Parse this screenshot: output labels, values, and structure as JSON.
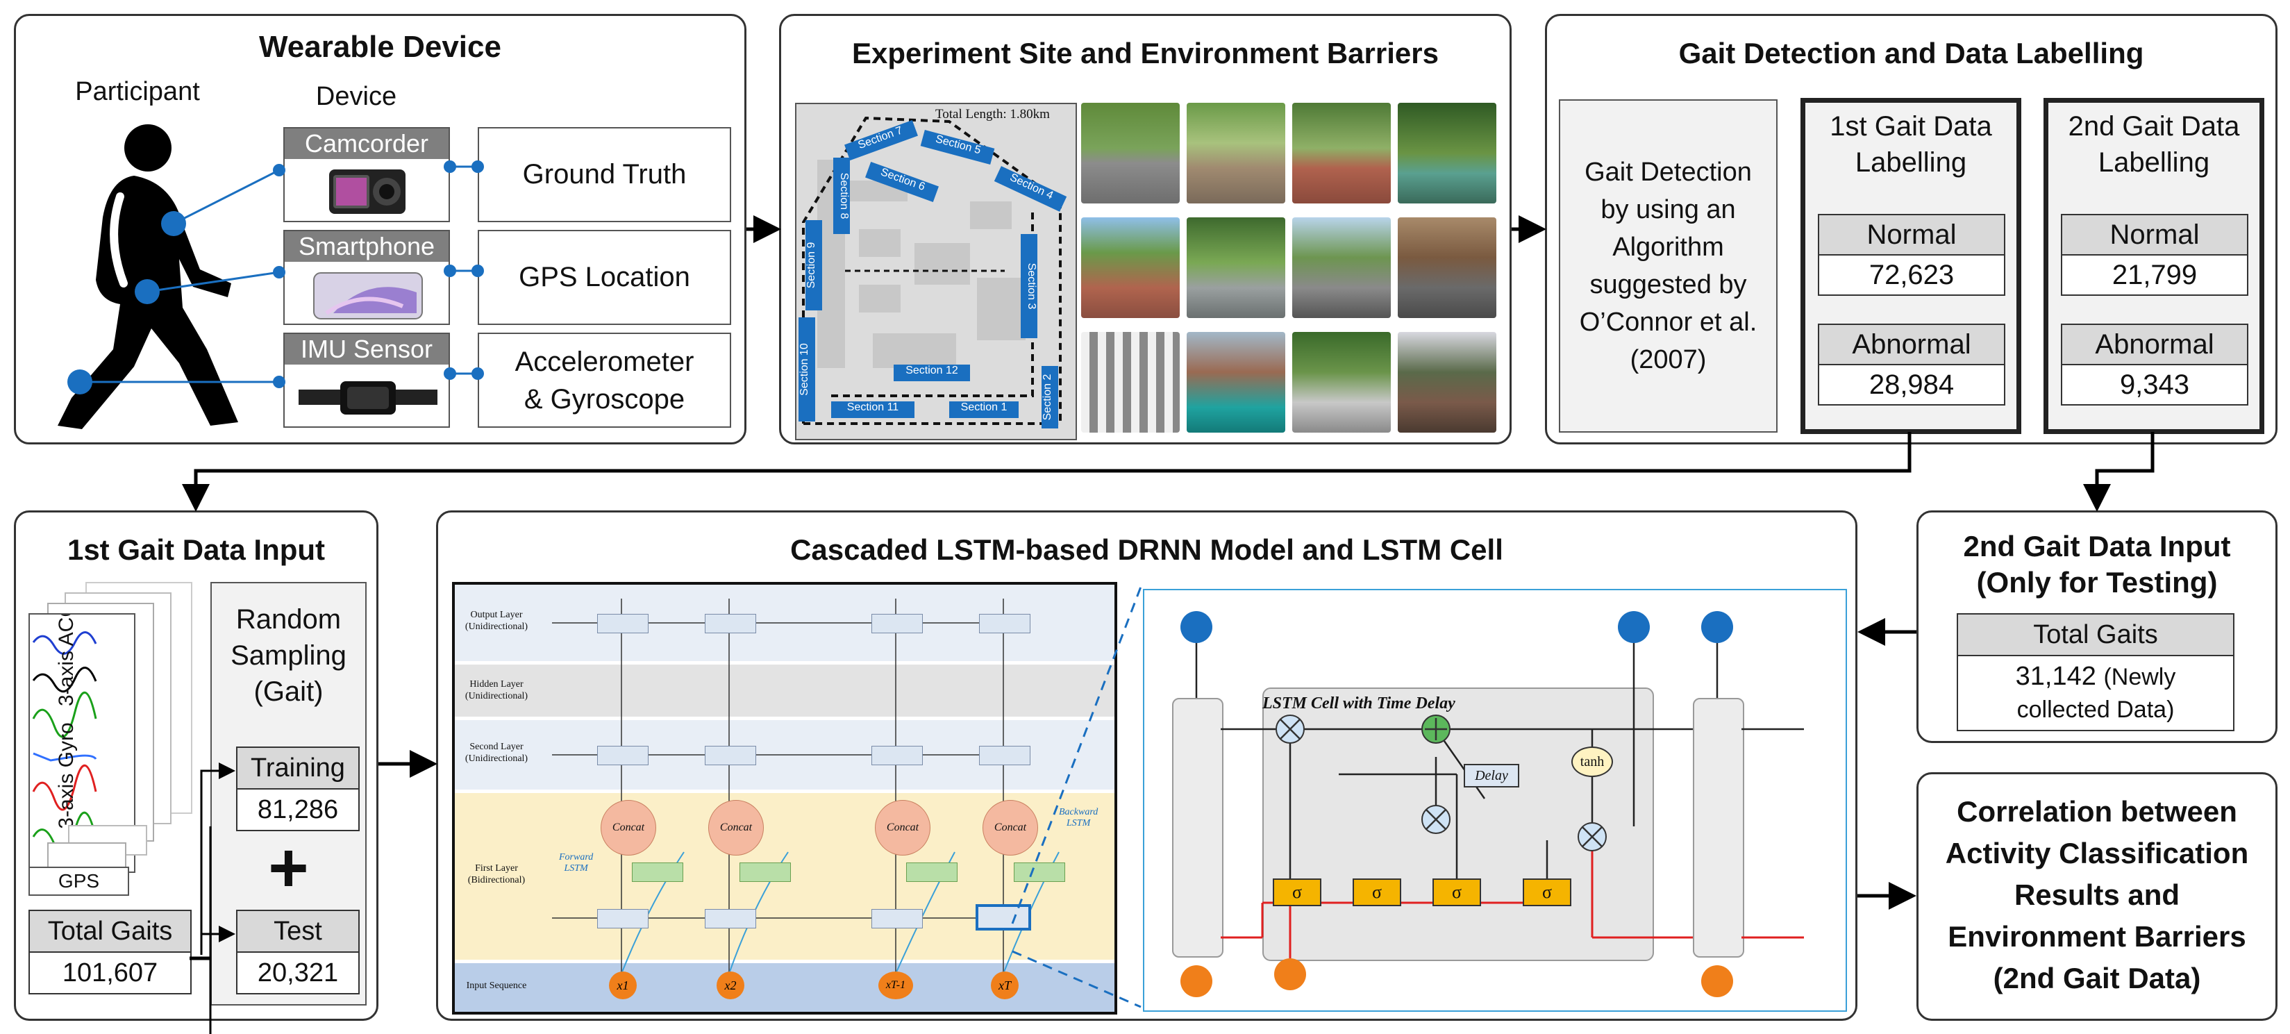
{
  "wearable": {
    "title": "Wearable Device",
    "participant_label": "Participant",
    "device_label": "Device",
    "devices": [
      {
        "name": "Camcorder",
        "output": "Ground Truth"
      },
      {
        "name": "Smartphone",
        "output": "GPS Location"
      },
      {
        "name": "IMU Sensor",
        "output_line1": "Accelerometer",
        "output_line2": "& Gyroscope"
      }
    ]
  },
  "site": {
    "title": "Experiment Site and Environment Barriers",
    "total_length": "Total Length: 1.80km",
    "sections": [
      "Section 7",
      "Section 5",
      "Section 8",
      "Section 6",
      "Section 4",
      "Section 9",
      "Section 3",
      "Section 10",
      "Section 12",
      "Section 11",
      "Section 1",
      "Section 2"
    ]
  },
  "gait_detection": {
    "title": "Gait Detection and Data Labelling",
    "method_lines": [
      "Gait Detection",
      "by using an",
      "Algorithm",
      "suggested by",
      "O’Connor et al.",
      "(2007)"
    ],
    "first": {
      "title_line1": "1st Gait Data",
      "title_line2": "Labelling",
      "normal_label": "Normal",
      "normal_value": "72,623",
      "abnormal_label": "Abnormal",
      "abnormal_value": "28,984"
    },
    "second": {
      "title_line1": "2nd Gait Data",
      "title_line2": "Labelling",
      "normal_label": "Normal",
      "normal_value": "21,799",
      "abnormal_label": "Abnormal",
      "abnormal_value": "9,343"
    }
  },
  "first_input": {
    "title": "1st Gait Data Input",
    "signal_labels": [
      "3-axis Gyro",
      "3-axis ACC"
    ],
    "gps_label": "GPS",
    "total_label": "Total Gaits",
    "total_value": "101,607",
    "sampling_lines": [
      "Random",
      "Sampling",
      "(Gait)"
    ],
    "training_label": "Training",
    "training_value": "81,286",
    "plus": "+",
    "test_label": "Test",
    "test_value": "20,321"
  },
  "model": {
    "title": "Cascaded LSTM-based DRNN Model and LSTM Cell",
    "layers": [
      "Output Layer",
      "(Unidirectional)",
      "Hidden Layer",
      "(Unidirectional)",
      "Second Layer",
      "(Unidirectional)",
      "First Layer",
      "(Bidirectional)",
      "Input Sequence"
    ],
    "concat": "Concat",
    "forward_lstm": [
      "Forward",
      "LSTM"
    ],
    "backward_lstm": [
      "Backward",
      "LSTM"
    ],
    "inputs": [
      "x1",
      "x2",
      "xT-1",
      "xT"
    ],
    "cell_title": "LSTM Cell with Time Delay",
    "delay": "Delay",
    "tanh": "tanh",
    "sigma": "σ"
  },
  "second_input": {
    "title_line1": "2nd Gait Data Input",
    "title_line2": "(Only for Testing)",
    "total_label": "Total Gaits",
    "total_value": "31,142",
    "note_line1": "(Newly",
    "note_line2": "collected Data)"
  },
  "correlation": {
    "lines": [
      "Correlation between",
      "Activity Classification",
      "Results and",
      "Environment Barriers",
      "(2nd Gait Data)"
    ]
  },
  "colors": {
    "lstm_blue": "#1f77d1",
    "orange": "#f07f1a",
    "gate_yellow": "#f5b400",
    "green": "#4caf50"
  }
}
